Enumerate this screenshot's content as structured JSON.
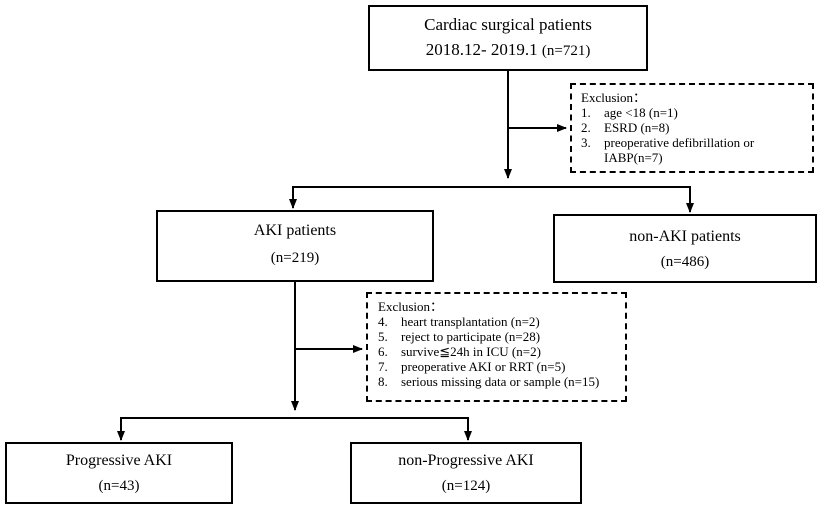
{
  "boxes": {
    "top": {
      "line1": "Cardiac surgical patients",
      "line2_main": "2018.12- 2019.1",
      "line2_n": "(n=721)"
    },
    "aki": {
      "line1": "AKI patients",
      "line2": "(n=219)"
    },
    "non_aki": {
      "line1": "non-AKI patients",
      "line2": "(n=486)"
    },
    "progressive": {
      "line1": "Progressive AKI",
      "line2": "(n=43)"
    },
    "non_progressive": {
      "line1": "non-Progressive AKI",
      "line2": "(n=124)"
    }
  },
  "exclusion1": {
    "title": "Exclusion：",
    "items": [
      {
        "num": "1.",
        "text": "age <18 (n=1)"
      },
      {
        "num": "2.",
        "text": "ESRD (n=8)"
      },
      {
        "num": "3.",
        "text": "preoperative defibrillation or IABP(n=7)"
      }
    ]
  },
  "exclusion2": {
    "title": "Exclusion：",
    "items": [
      {
        "num": "4.",
        "text": "heart transplantation (n=2)"
      },
      {
        "num": "5.",
        "text": "reject to participate (n=28)"
      },
      {
        "num": "6.",
        "text": "survive≦24h in ICU (n=2)"
      },
      {
        "num": "7.",
        "text": "preoperative AKI or RRT (n=5)"
      },
      {
        "num": "8.",
        "text": "serious missing data or sample (n=15)"
      }
    ]
  }
}
